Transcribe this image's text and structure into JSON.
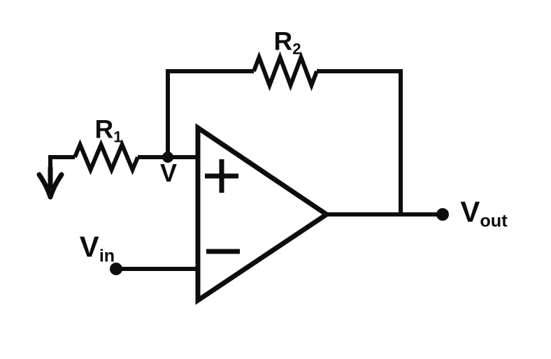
{
  "diagram": {
    "kind": "op-amp circuit schematic",
    "colors": {
      "line": "#0d0d0d",
      "background": "#ffffff",
      "text": "#0d0d0d"
    }
  },
  "labels": {
    "r1": {
      "main": "R",
      "sub": "1"
    },
    "r2": {
      "main": "R",
      "sub": "2"
    },
    "node_v": {
      "main": "V"
    },
    "vin": {
      "main": "V",
      "sub": "in"
    },
    "vout": {
      "main": "V",
      "sub": "out"
    }
  },
  "icons": {
    "opamp_plus_icon": "+",
    "opamp_minus_icon": "−",
    "ground_arrow_icon": "↓",
    "node_dot": "●",
    "vin_terminal_dot": "●",
    "vout_terminal_dot": "●",
    "resistor_symbol": "zigzag"
  }
}
